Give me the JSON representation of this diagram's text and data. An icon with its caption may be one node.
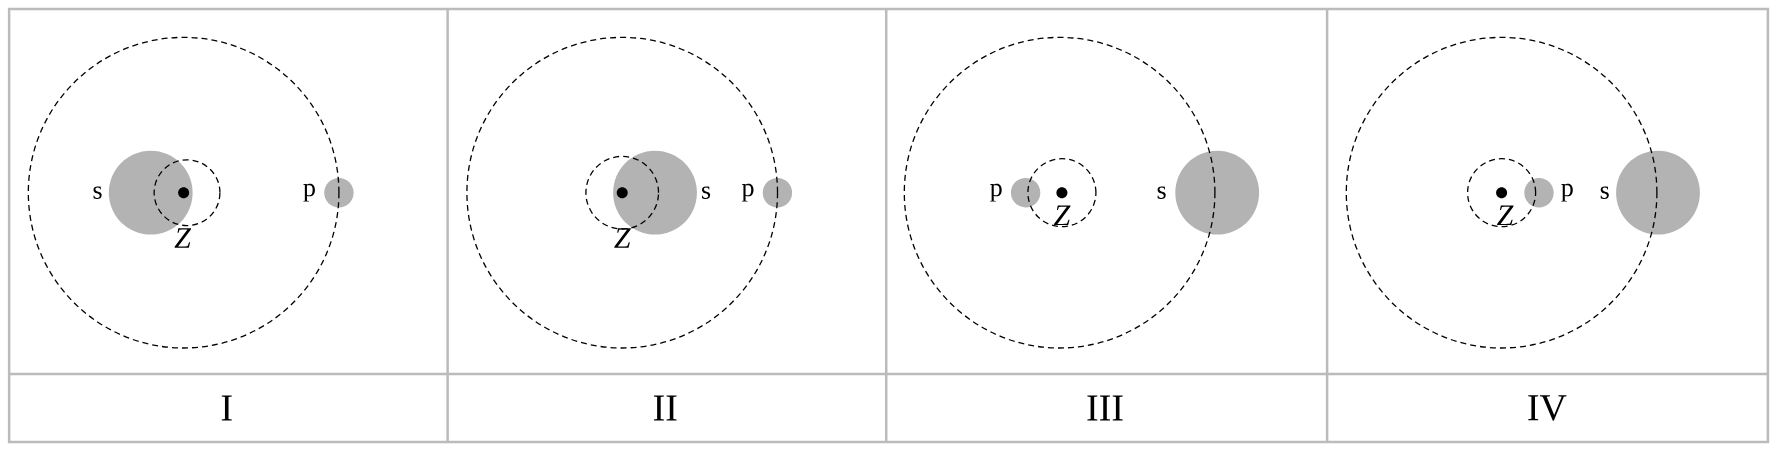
{
  "diagram": {
    "labels": [
      "s",
      "Z",
      "p",
      "Z",
      "s",
      "p",
      "p",
      "Z",
      "s",
      "Z",
      "p",
      "s",
      "I",
      "II",
      "III",
      "IV"
    ]
  }
}
